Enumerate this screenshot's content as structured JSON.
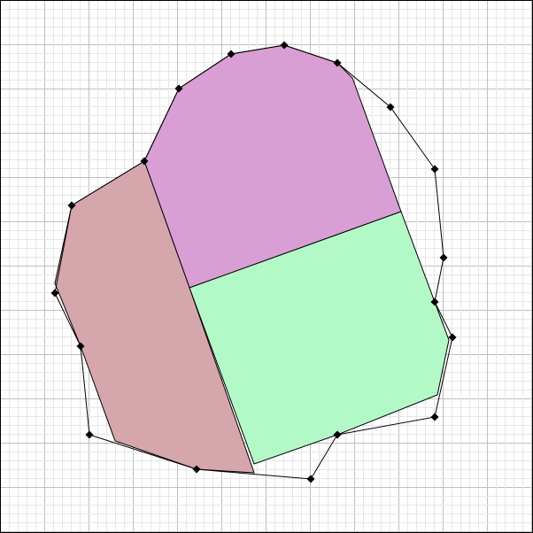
{
  "colors": {
    "background": "#ffffff",
    "grid_minor": "#e6e6e6",
    "grid_major": "#bfbfbf",
    "frame": "#000000",
    "outline": "#000000",
    "vertex": "#000000",
    "magenta_region": "#d99ed4",
    "green_region": "#b3f9c7",
    "rose_region": "#d6a6ad"
  },
  "regions": [
    {
      "name": "magenta-region",
      "fill": "magenta_region"
    },
    {
      "name": "green-region",
      "fill": "green_region"
    },
    {
      "name": "rose-region",
      "fill": "rose_region"
    }
  ],
  "outline_vertex_count": 18
}
